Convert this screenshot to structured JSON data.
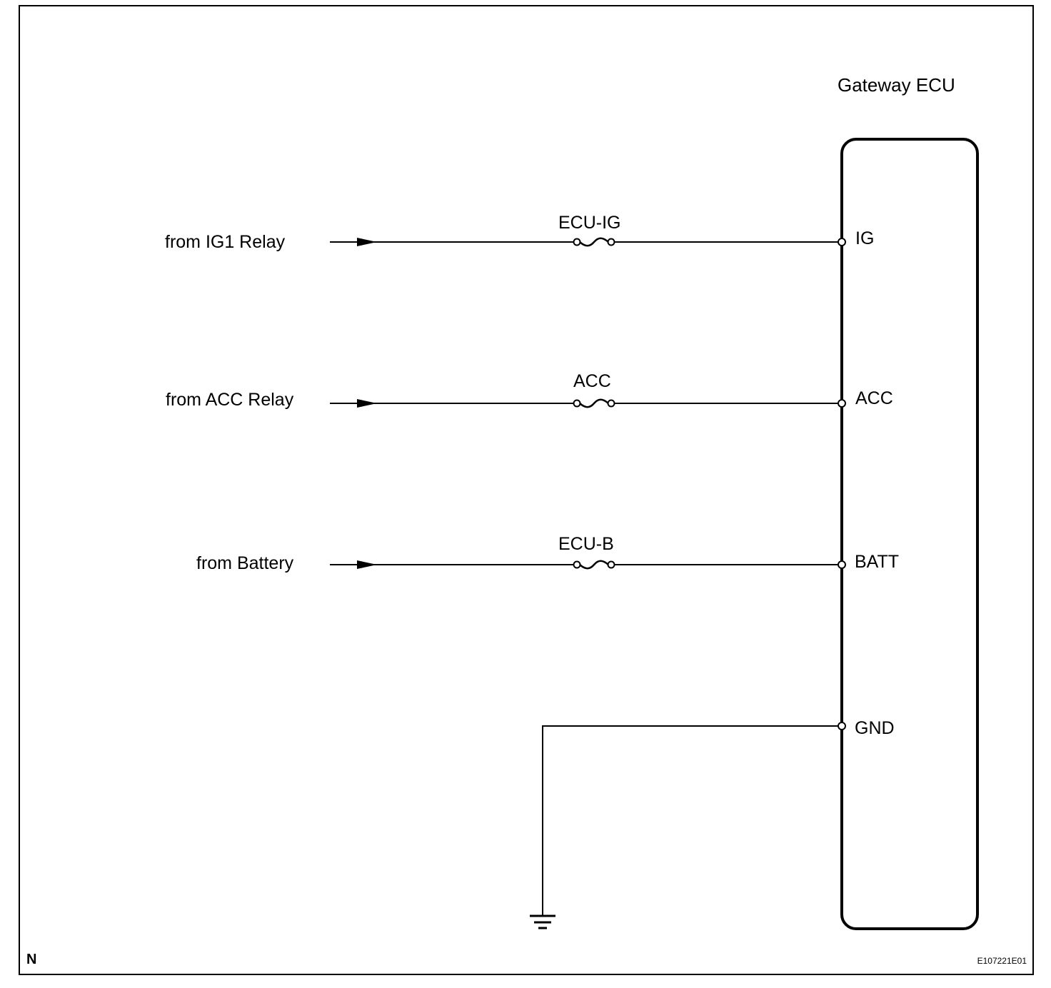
{
  "ecu": {
    "title": "Gateway ECU",
    "pins": {
      "ig": "IG",
      "acc": "ACC",
      "batt": "BATT",
      "gnd": "GND"
    }
  },
  "circuits": [
    {
      "source": "from IG1 Relay",
      "fuse": "ECU-IG",
      "pin": "IG"
    },
    {
      "source": "from ACC Relay",
      "fuse": "ACC",
      "pin": "ACC"
    },
    {
      "source": "from Battery",
      "fuse": "ECU-B",
      "pin": "BATT"
    }
  ],
  "footer": {
    "corner_mark": "N",
    "figure_id": "E107221E01"
  }
}
